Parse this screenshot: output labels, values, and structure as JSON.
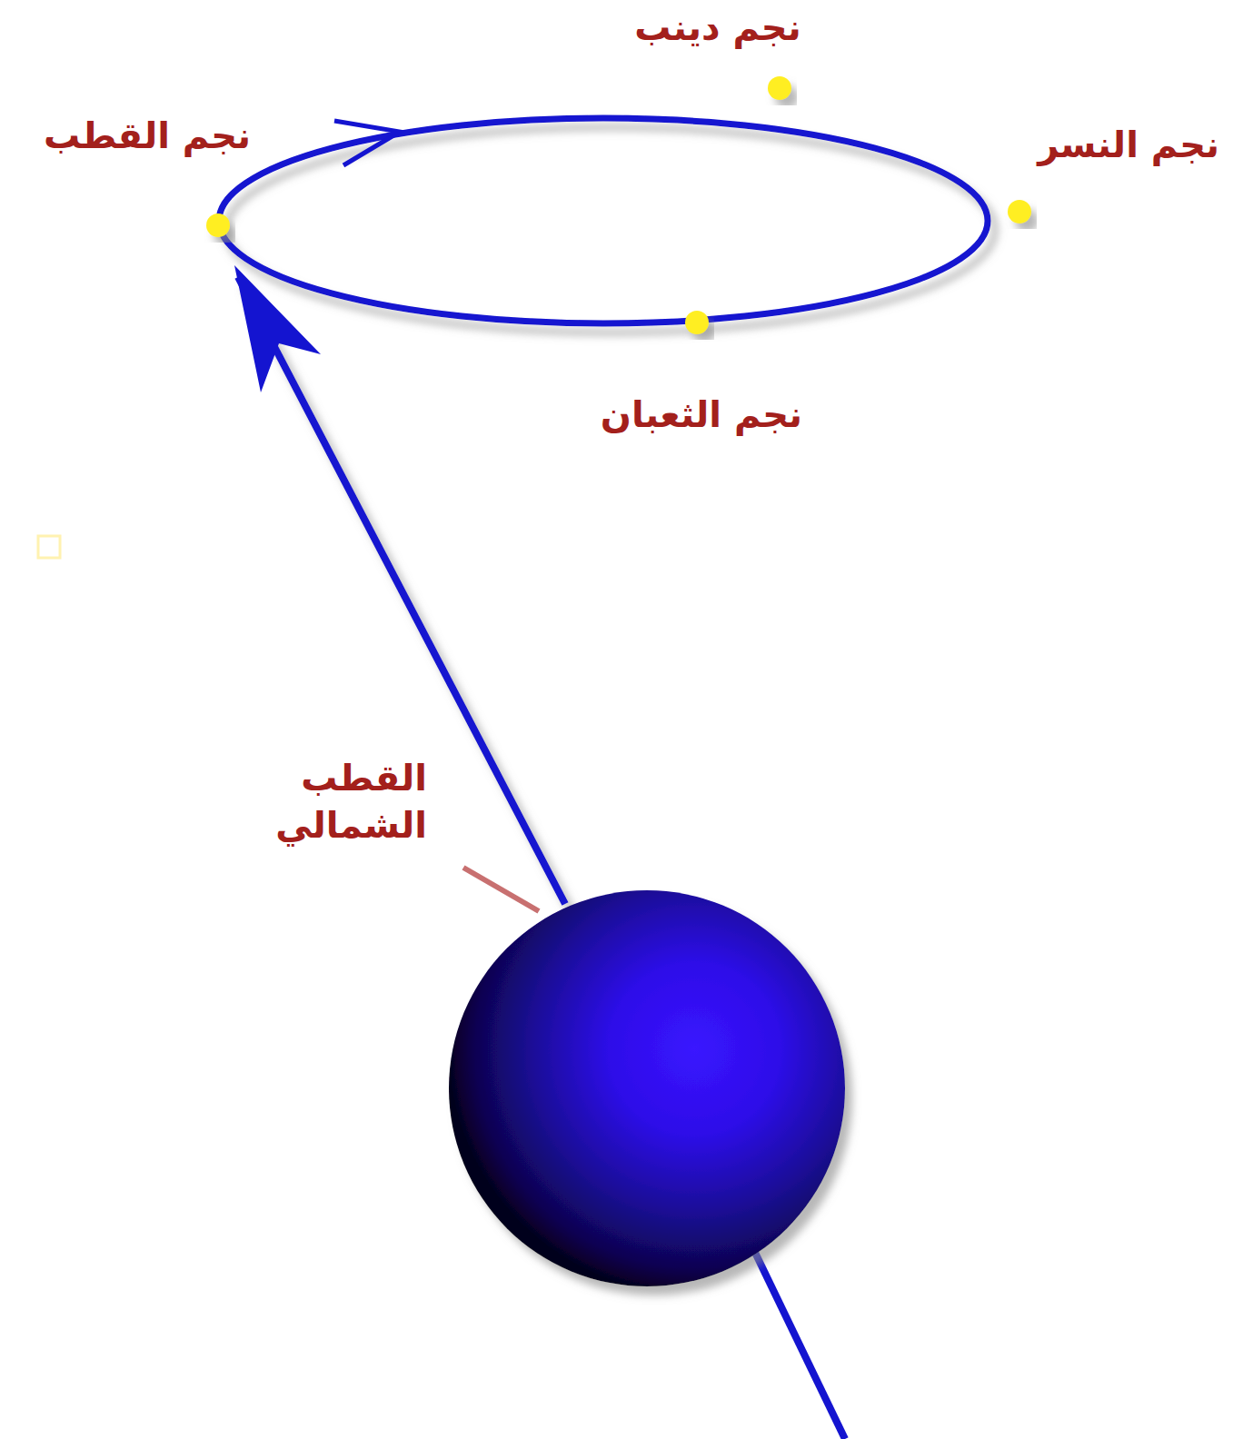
{
  "diagram": {
    "labels": [
      "نجم دينب",
      "نجم القطب",
      "نجم النسر",
      "نجم الثعبان",
      "القطب الشمالي"
    ]
  }
}
